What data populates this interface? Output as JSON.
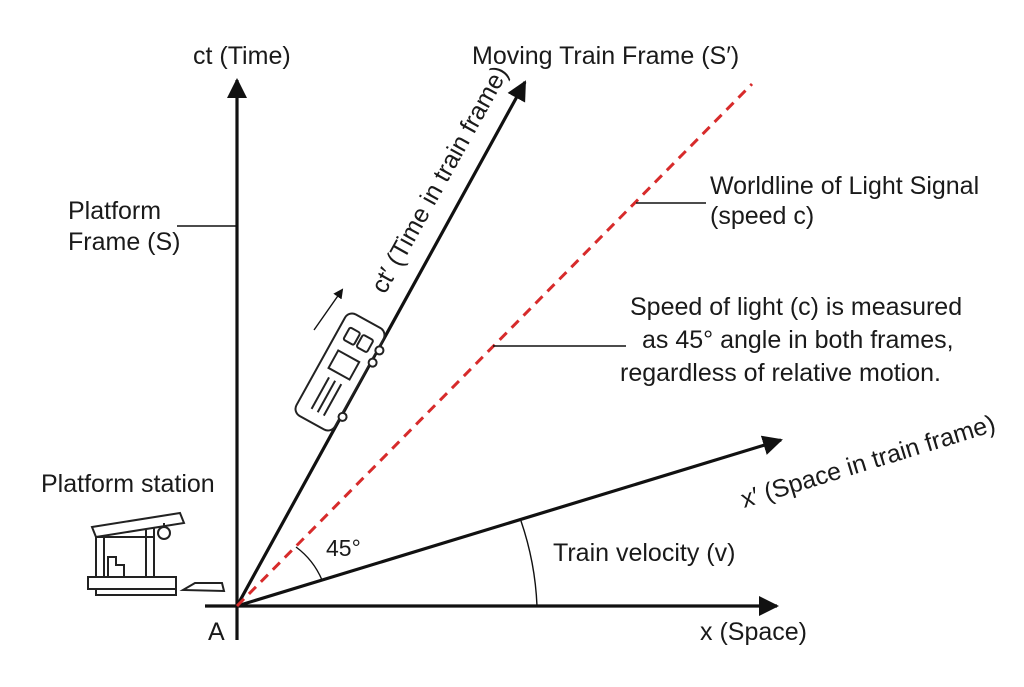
{
  "labels": {
    "ct_axis": "ct (Time)",
    "x_axis": "x (Space)",
    "moving_frame": "Moving Train Frame (S′)",
    "ct_prime_axis": "ct′ (Time in train frame)",
    "x_prime_axis": "x′ (Space in train frame)",
    "platform_frame_line1": "Platform",
    "platform_frame_line2": "Frame (S)",
    "light_worldline_line1": "Worldline of Light Signal",
    "light_worldline_line2": "(speed c)",
    "speed_note_line1": "Speed of light (c) is measured",
    "speed_note_line2": "as 45° angle in both frames,",
    "speed_note_line3": "regardless of relative motion.",
    "platform_station": "Platform station",
    "angle_45": "45°",
    "train_velocity": "Train velocity (v)",
    "origin": "A"
  },
  "colors": {
    "axis": "#111111",
    "light_signal": "#d72b2b",
    "text": "#1a1a1a"
  }
}
